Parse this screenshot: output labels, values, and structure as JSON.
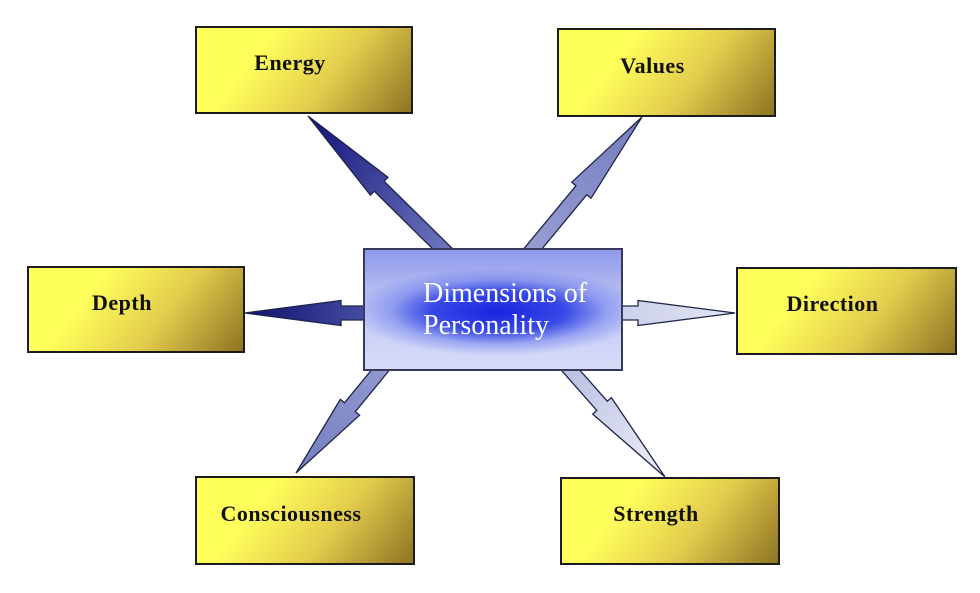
{
  "diagram": {
    "center": {
      "label": "Dimensions of Personality"
    },
    "nodes": [
      {
        "id": "energy",
        "label": "Energy"
      },
      {
        "id": "values",
        "label": "Values"
      },
      {
        "id": "depth",
        "label": "Depth"
      },
      {
        "id": "direction",
        "label": "Direction"
      },
      {
        "id": "consciousness",
        "label": "Consciousness"
      },
      {
        "id": "strength",
        "label": "Strength"
      }
    ],
    "colors": {
      "node_fill_light": "#ffff5c",
      "node_fill_mid": "#e3cc4c",
      "node_fill_dark": "#8f7324",
      "node_border": "#1c1c1c",
      "label_color": "#111111",
      "center_core": "#1a23e2",
      "center_edge_top": "#8f99ec",
      "center_edge_bottom": "#d6dbf8",
      "center_border": "#39395e",
      "center_label_color": "#ffffff",
      "arrow_outline": "#20244a",
      "arrows": {
        "to_energy": {
          "from": "#727cc2",
          "to": "#13137a"
        },
        "to_values": {
          "from": "#99a0d2",
          "to": "#747dc0"
        },
        "to_depth": {
          "from": "#4a53a8",
          "to": "#10106e"
        },
        "to_direction": {
          "from": "#c9cde9",
          "to": "#e2e5f3"
        },
        "to_consciousness": {
          "from": "#959cd2",
          "to": "#747ec0"
        },
        "to_strength": {
          "from": "#b4bade",
          "to": "#eef0f8"
        }
      }
    }
  }
}
